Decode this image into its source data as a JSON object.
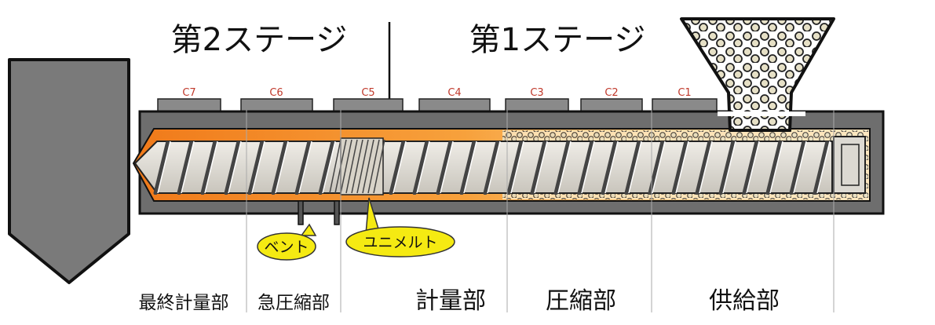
{
  "diagram": {
    "stage2_title": "第2ステージ",
    "stage1_title": "第1ステージ",
    "heater_zones": [
      "C7",
      "C6",
      "C5",
      "C4",
      "C3",
      "C2",
      "C1"
    ],
    "callouts": {
      "vent": "ベント",
      "unimelt": "ユニメルト"
    },
    "sections": {
      "final_metering": "最終計量部",
      "rapid_compression": "急圧縮部",
      "metering": "計量部",
      "compression": "圧縮部",
      "feed": "供給部"
    },
    "colors": {
      "barrel": "#6e6e6e",
      "nozzle": "#7a7a7a",
      "melt_orange": "#f07a1a",
      "melt_light": "#fbd08a",
      "screw": "#dcd9d2",
      "pellet": "#e6e0c6",
      "callout_fill": "#f5ea12",
      "zone_label": "#c0392b"
    }
  }
}
